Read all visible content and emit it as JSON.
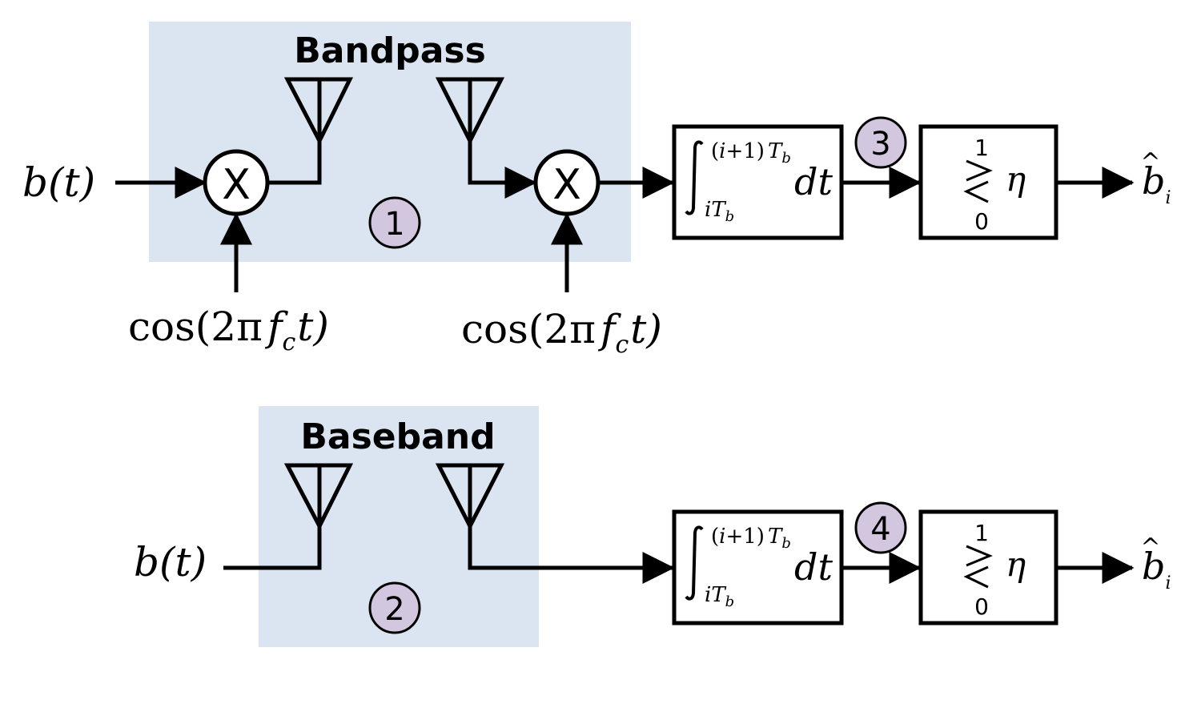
{
  "colors": {
    "region_fill": "#dbe5f1",
    "badge_fill": "#d3c7e0",
    "line": "#000000"
  },
  "icons": {
    "multiplier": "circled-x-icon",
    "antenna": "antenna-icon",
    "arrow": "arrowhead-icon",
    "comparator": "greater-less-icon"
  },
  "bandpass": {
    "title": "Bandpass",
    "input_signal": "b(t)",
    "mixer_symbol": "X",
    "carrier_tx": "cos(2πf_ct)",
    "carrier_rx": "cos(2πf_ct)",
    "carrier_parts": {
      "pre": "cos(2π",
      "f": "f",
      "sub": "c",
      "post": "t)"
    },
    "region_badge": "1",
    "integrator": {
      "upper_pre": "(",
      "upper_i": "i",
      "upper_mid": "+1)",
      "upper_T": "T",
      "upper_sub": "b",
      "lower_i": "i",
      "lower_T": "T",
      "lower_sub": "b",
      "diff": "dt"
    },
    "stage_badge": "3",
    "decision": {
      "upper": "1",
      "lower": "0",
      "threshold": "η"
    },
    "output": {
      "base": "b",
      "hat": "^",
      "sub": "i"
    }
  },
  "baseband": {
    "title": "Baseband",
    "input_signal": "b(t)",
    "region_badge": "2",
    "integrator": {
      "upper_pre": "(",
      "upper_i": "i",
      "upper_mid": "+1)",
      "upper_T": "T",
      "upper_sub": "b",
      "lower_i": "i",
      "lower_T": "T",
      "lower_sub": "b",
      "diff": "dt"
    },
    "stage_badge": "4",
    "decision": {
      "upper": "1",
      "lower": "0",
      "threshold": "η"
    },
    "output": {
      "base": "b",
      "hat": "^",
      "sub": "i"
    }
  }
}
